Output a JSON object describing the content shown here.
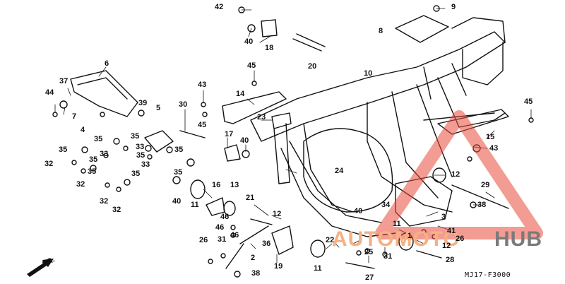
{
  "diagram": {
    "part_code": "MJ17-F3000",
    "direction": "FR.",
    "callouts": [
      "42",
      "9",
      "8",
      "40",
      "18",
      "20",
      "10",
      "6",
      "37",
      "44",
      "7",
      "45",
      "39",
      "14",
      "5",
      "43",
      "30",
      "45",
      "4",
      "35",
      "35",
      "23",
      "17",
      "40",
      "24",
      "15",
      "45",
      "43",
      "35",
      "33",
      "35",
      "32",
      "33",
      "35",
      "33",
      "35",
      "35",
      "35",
      "32",
      "13",
      "16",
      "35",
      "40",
      "11",
      "21",
      "12",
      "29",
      "38",
      "32",
      "32",
      "12",
      "46",
      "46",
      "46",
      "26",
      "31",
      "2",
      "22",
      "36",
      "25",
      "11",
      "41",
      "3",
      "12",
      "26",
      "1",
      "19",
      "38",
      "11",
      "31",
      "27",
      "28",
      "40",
      "34"
    ],
    "watermark": {
      "part1": "AUTOMOTO",
      "part2": "HUB"
    }
  }
}
